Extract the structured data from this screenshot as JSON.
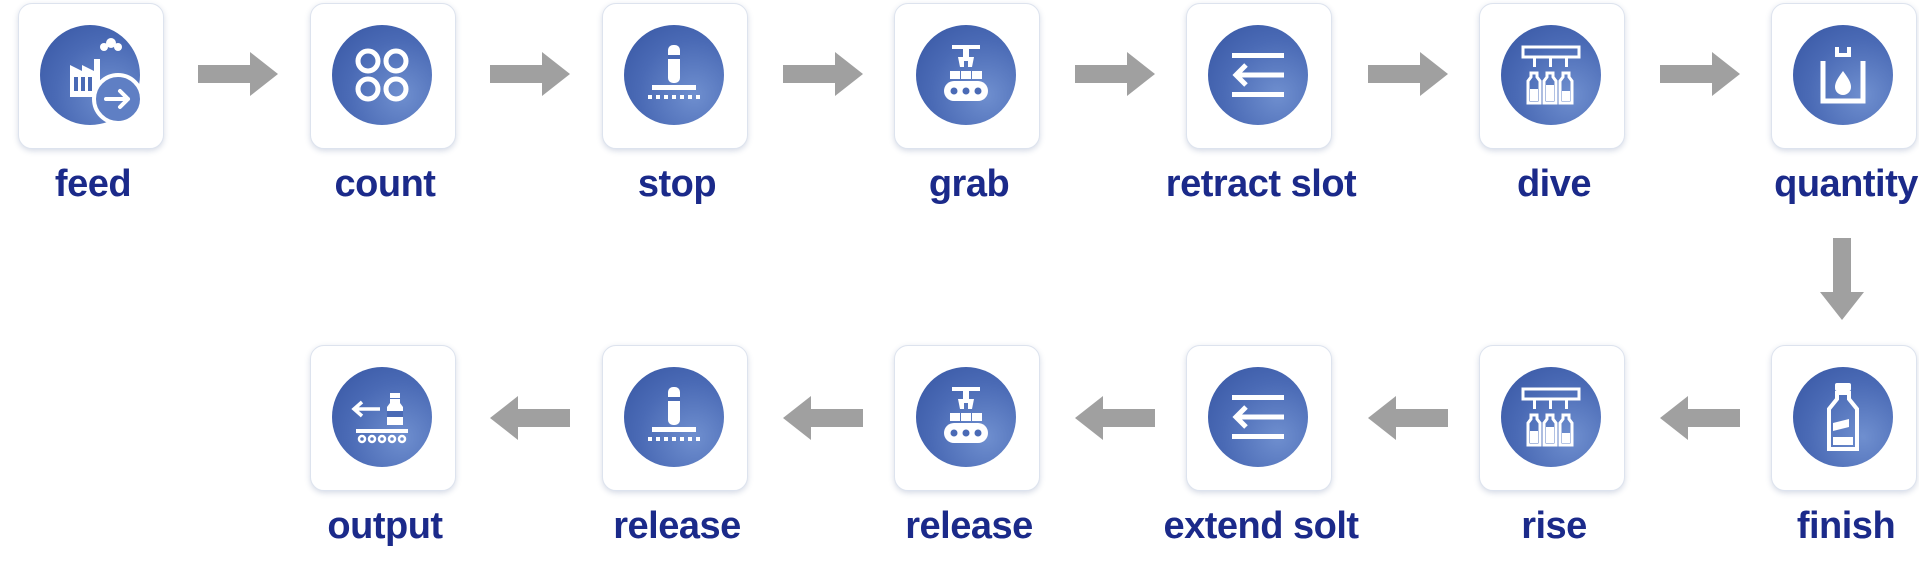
{
  "diagram": {
    "colors": {
      "label": "#1b2a8a",
      "icon_disc": "#4a6ab5",
      "arrow": "#a0a0a0"
    },
    "steps": [
      {
        "label": "feed",
        "icon": "factory-arrow-icon"
      },
      {
        "label": "count",
        "icon": "four-circles-icon"
      },
      {
        "label": "stop",
        "icon": "stopper-icon"
      },
      {
        "label": "grab",
        "icon": "gripper-conveyor-icon"
      },
      {
        "label": "retract slot",
        "icon": "retract-arrow-icon"
      },
      {
        "label": "dive",
        "icon": "filling-nozzles-icon"
      },
      {
        "label": "quantity",
        "icon": "liquid-dose-icon"
      },
      {
        "label": "finish",
        "icon": "bottle-icon"
      },
      {
        "label": "rise",
        "icon": "filling-nozzles-icon"
      },
      {
        "label": "extend solt",
        "icon": "retract-arrow-icon"
      },
      {
        "label": "release",
        "icon": "gripper-conveyor-icon"
      },
      {
        "label": "release",
        "icon": "stopper-icon"
      },
      {
        "label": "output",
        "icon": "output-conveyor-icon"
      }
    ]
  }
}
